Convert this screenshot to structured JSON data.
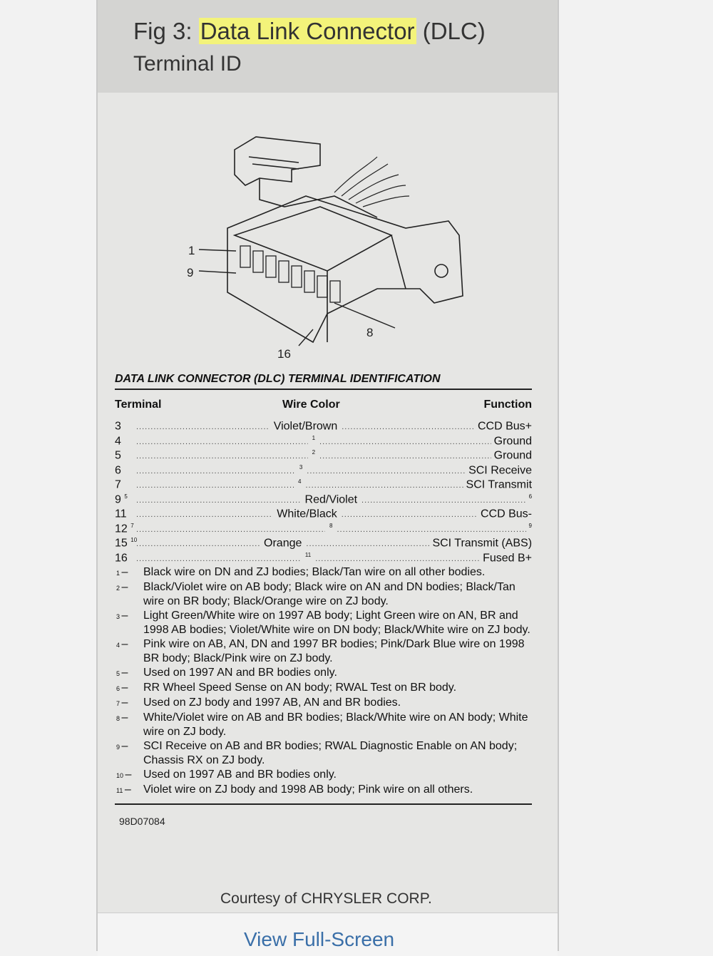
{
  "header": {
    "title_prefix": "Fig 3: ",
    "title_highlight": "Data Link Connector",
    "title_suffix": " (DLC)",
    "subtitle": "Terminal ID"
  },
  "diagram": {
    "labels": {
      "pin1": "1",
      "pin9": "9",
      "pin8": "8",
      "pin16": "16"
    }
  },
  "table": {
    "title": "DATA LINK CONNECTOR (DLC) TERMINAL IDENTIFICATION",
    "headers": {
      "terminal": "Terminal",
      "wire_color": "Wire Color",
      "function": "Function"
    },
    "rows": [
      {
        "terminal": "3",
        "tnote": "",
        "wire": "Violet/Brown",
        "wnote": "",
        "function": "CCD Bus+",
        "fnote": ""
      },
      {
        "terminal": "4",
        "tnote": "",
        "wire": "",
        "wnote": "1",
        "function": "Ground",
        "fnote": ""
      },
      {
        "terminal": "5",
        "tnote": "",
        "wire": "",
        "wnote": "2",
        "function": "Ground",
        "fnote": ""
      },
      {
        "terminal": "6",
        "tnote": "",
        "wire": "",
        "wnote": "3",
        "function": "SCI Receive",
        "fnote": ""
      },
      {
        "terminal": "7",
        "tnote": "",
        "wire": "",
        "wnote": "4",
        "function": "SCI Transmit",
        "fnote": ""
      },
      {
        "terminal": "9",
        "tnote": "5",
        "wire": "Red/Violet",
        "wnote": "",
        "function": "",
        "fnote": "6"
      },
      {
        "terminal": "11",
        "tnote": "",
        "wire": "White/Black",
        "wnote": "",
        "function": "CCD Bus-",
        "fnote": ""
      },
      {
        "terminal": "12",
        "tnote": "7",
        "wire": "",
        "wnote": "8",
        "function": "",
        "fnote": "9"
      },
      {
        "terminal": "15",
        "tnote": "10",
        "wire": "Orange",
        "wnote": "",
        "function": "SCI Transmit (ABS)",
        "fnote": ""
      },
      {
        "terminal": "16",
        "tnote": "",
        "wire": "",
        "wnote": "11",
        "function": "Fused B+",
        "fnote": ""
      }
    ]
  },
  "notes": [
    {
      "n": "1",
      "text": "Black wire on DN and ZJ bodies; Black/Tan wire on all other bodies."
    },
    {
      "n": "2",
      "text": "Black/Violet wire on AB body; Black wire on AN and DN bodies; Black/Tan wire on BR body; Black/Orange wire on ZJ body."
    },
    {
      "n": "3",
      "text": "Light Green/White wire on 1997 AB body; Light Green wire on AN, BR and 1998 AB bodies; Violet/White wire on DN body; Black/White wire on ZJ body."
    },
    {
      "n": "4",
      "text": "Pink wire on AB, AN, DN and 1997 BR bodies; Pink/Dark Blue wire on 1998 BR body; Black/Pink wire on ZJ body."
    },
    {
      "n": "5",
      "text": "Used on 1997 AN and BR bodies only."
    },
    {
      "n": "6",
      "text": "RR Wheel Speed Sense on AN body; RWAL Test on BR body."
    },
    {
      "n": "7",
      "text": "Used on ZJ body and 1997 AB, AN and BR bodies."
    },
    {
      "n": "8",
      "text": "White/Violet wire on AB and BR bodies; Black/White wire on AN body; White wire on ZJ body."
    },
    {
      "n": "9",
      "text": "SCI Receive on AB and BR bodies; RWAL Diagnostic Enable on AN body; Chassis RX on ZJ body."
    },
    {
      "n": "10",
      "text": "Used on 1997 AB and BR bodies only."
    },
    {
      "n": "11",
      "text": "Violet wire on ZJ body and 1998 AB body; Pink wire on all others."
    }
  ],
  "figure_code": "98D07084",
  "courtesy": "Courtesy of CHRYSLER CORP.",
  "view_fullscreen": "View Full-Screen"
}
